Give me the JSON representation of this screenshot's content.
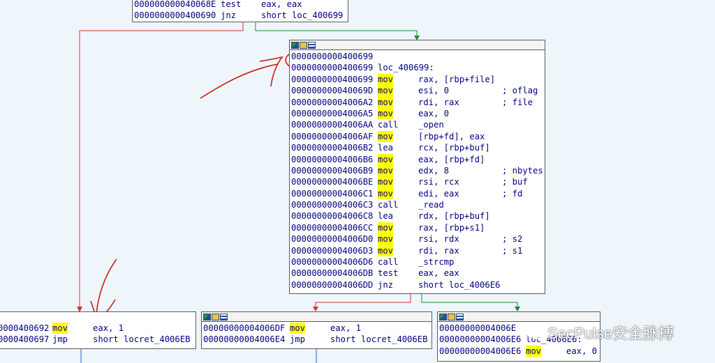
{
  "top_block": {
    "lines": [
      {
        "addr": "000000000040068E",
        "mn": "test",
        "ops": "eax, eax",
        "cmt": ""
      },
      {
        "addr": "0000000000400690",
        "mn": "jnz",
        "ops": "short loc_400699",
        "cmt": ""
      }
    ]
  },
  "main_block": {
    "toolbar": [
      "graph-icon",
      "edit-icon",
      "grid-icon"
    ],
    "lines": [
      {
        "addr": "0000000000400699",
        "mn": "",
        "ops": "",
        "cmt": ""
      },
      {
        "addr": "0000000000400699",
        "mn": "loc_400699:",
        "ops": "",
        "cmt": ""
      },
      {
        "addr": "0000000000400699",
        "mn": "mov",
        "ops": "rax, [rbp+file]",
        "cmt": ""
      },
      {
        "addr": "000000000040069D",
        "mn": "mov",
        "ops": "esi, 0",
        "cmt": "; oflag"
      },
      {
        "addr": "00000000004006A2",
        "mn": "mov",
        "ops": "rdi, rax",
        "cmt": "; file"
      },
      {
        "addr": "00000000004006A5",
        "mn": "mov",
        "ops": "eax, 0",
        "cmt": ""
      },
      {
        "addr": "00000000004006AA",
        "mn": "call",
        "ops": "_open",
        "cmt": ""
      },
      {
        "addr": "00000000004006AF",
        "mn": "mov",
        "ops": "[rbp+fd], eax",
        "cmt": ""
      },
      {
        "addr": "00000000004006B2",
        "mn": "lea",
        "ops": "rcx, [rbp+buf]",
        "cmt": ""
      },
      {
        "addr": "00000000004006B6",
        "mn": "mov",
        "ops": "eax, [rbp+fd]",
        "cmt": ""
      },
      {
        "addr": "00000000004006B9",
        "mn": "mov",
        "ops": "edx, 8",
        "cmt": "; nbytes"
      },
      {
        "addr": "00000000004006BE",
        "mn": "mov",
        "ops": "rsi, rcx",
        "cmt": "; buf"
      },
      {
        "addr": "00000000004006C1",
        "mn": "mov",
        "ops": "edi, eax",
        "cmt": "; fd"
      },
      {
        "addr": "00000000004006C3",
        "mn": "call",
        "ops": "_read",
        "cmt": ""
      },
      {
        "addr": "00000000004006C8",
        "mn": "lea",
        "ops": "rdx, [rbp+buf]",
        "cmt": ""
      },
      {
        "addr": "00000000004006CC",
        "mn": "mov",
        "ops": "rax, [rbp+s1]",
        "cmt": ""
      },
      {
        "addr": "00000000004006D0",
        "mn": "mov",
        "ops": "rsi, rdx",
        "cmt": "; s2"
      },
      {
        "addr": "00000000004006D3",
        "mn": "mov",
        "ops": "rdi, rax",
        "cmt": "; s1"
      },
      {
        "addr": "00000000004006D6",
        "mn": "call",
        "ops": "_strcmp",
        "cmt": ""
      },
      {
        "addr": "00000000004006DB",
        "mn": "test",
        "ops": "eax, eax",
        "cmt": ""
      },
      {
        "addr": "00000000004006DD",
        "mn": "jnz",
        "ops": "short loc_4006E6",
        "cmt": ""
      }
    ]
  },
  "left_block": {
    "lines": [
      {
        "addr": "0000400692",
        "mn": "mov",
        "ops": "eax, 1",
        "cmt": ""
      },
      {
        "addr": "0000400697",
        "mn": "jmp",
        "ops": "short locret_4006EB",
        "cmt": ""
      }
    ]
  },
  "mid_block": {
    "lines": [
      {
        "addr": "00000000004006DF",
        "mn": "mov",
        "ops": "eax, 1",
        "cmt": ""
      },
      {
        "addr": "00000000004006E4",
        "mn": "jmp",
        "ops": "short locret_4006EB",
        "cmt": ""
      }
    ]
  },
  "right_block": {
    "lines": [
      {
        "addr": "00000000004006E",
        "mn": "",
        "ops": "",
        "cmt": ""
      },
      {
        "addr": "00000000004006E6",
        "mn": "loc_4006E6:",
        "ops": "",
        "cmt": ""
      },
      {
        "addr": "00000000004006E6",
        "mn": "mov",
        "ops": "eax, 0",
        "cmt": ""
      }
    ]
  },
  "watermark": {
    "text": "SecPulse安全脉搏"
  },
  "colors": {
    "highlight": "#ffff00",
    "edge_false": "#d9302b",
    "edge_true": "#1b8a2e",
    "edge_jump": "#3060c8",
    "annotation": "#d01818",
    "text": "#000080"
  }
}
